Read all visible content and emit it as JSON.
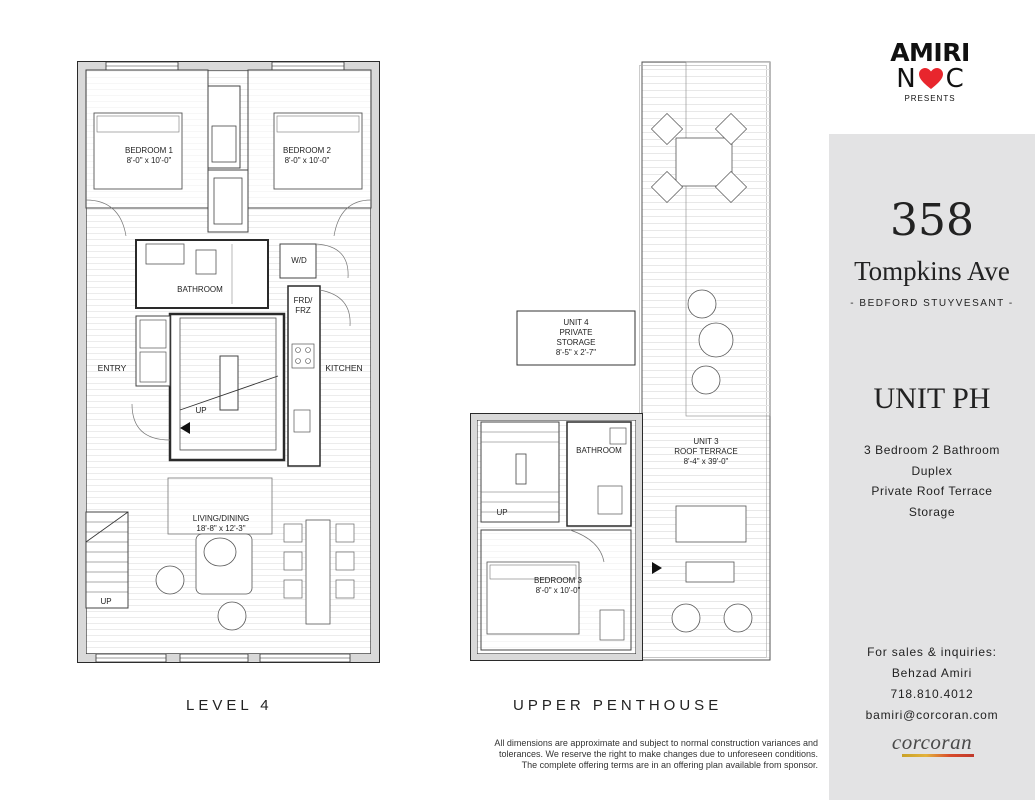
{
  "logo": {
    "top": "AMIRI",
    "left_letter": "N",
    "right_letter": "C",
    "bottom": "PRESENTS",
    "heart_color": "#e8262d"
  },
  "level4": {
    "caption": "LEVEL 4",
    "rooms": {
      "bedroom1_name": "BEDROOM 1",
      "bedroom1_dim": "8'-0\" x 10'-0\"",
      "bedroom2_name": "BEDROOM 2",
      "bedroom2_dim": "8'-0\" x 10'-0\"",
      "wd": "W/D",
      "bathroom": "BATHROOM",
      "frd_a": "FRD/",
      "frd_b": "FRZ",
      "entry": "ENTRY",
      "kitchen": "KITCHEN",
      "up_stair": "UP",
      "living_name": "LIVING/DINING",
      "living_dim": "18'-8\" x 12'-3\"",
      "up_corner": "UP"
    }
  },
  "penthouse": {
    "caption": "UPPER PENTHOUSE",
    "rooms": {
      "storage_a": "UNIT 4",
      "storage_b": "PRIVATE",
      "storage_c": "STORAGE",
      "storage_dim": "8'-5\" x 2'-7\"",
      "bathroom": "BATHROOM",
      "terrace_a": "UNIT 3",
      "terrace_b": "ROOF TERRACE",
      "terrace_dim": "8'-4\" x 39'-0\"",
      "up": "UP",
      "bedroom3_name": "BEDROOM 3",
      "bedroom3_dim": "8'-0\" x 10'-0\""
    }
  },
  "disclaimer": {
    "line1": "All dimensions are approximate and subject to normal construction variances and",
    "line2": "tolerances. We reserve the right to make changes due to unforeseen conditions.",
    "line3": "The complete offering terms are in an offering plan available from sponsor."
  },
  "sidebar": {
    "number": "358",
    "street": "Tompkins Ave",
    "neighborhood": "- BEDFORD STUYVESANT -",
    "unit": "UNIT PH",
    "features": [
      "3 Bedroom 2 Bathroom",
      "Duplex",
      "Private Roof Terrace",
      "Storage"
    ],
    "contact_heading": "For sales & inquiries:",
    "contact_name": "Behzad Amiri",
    "contact_phone": "718.810.4012",
    "contact_email": "bamiri@corcoran.com",
    "brand": "corcoran",
    "panel_color": "#e3e3e4"
  }
}
